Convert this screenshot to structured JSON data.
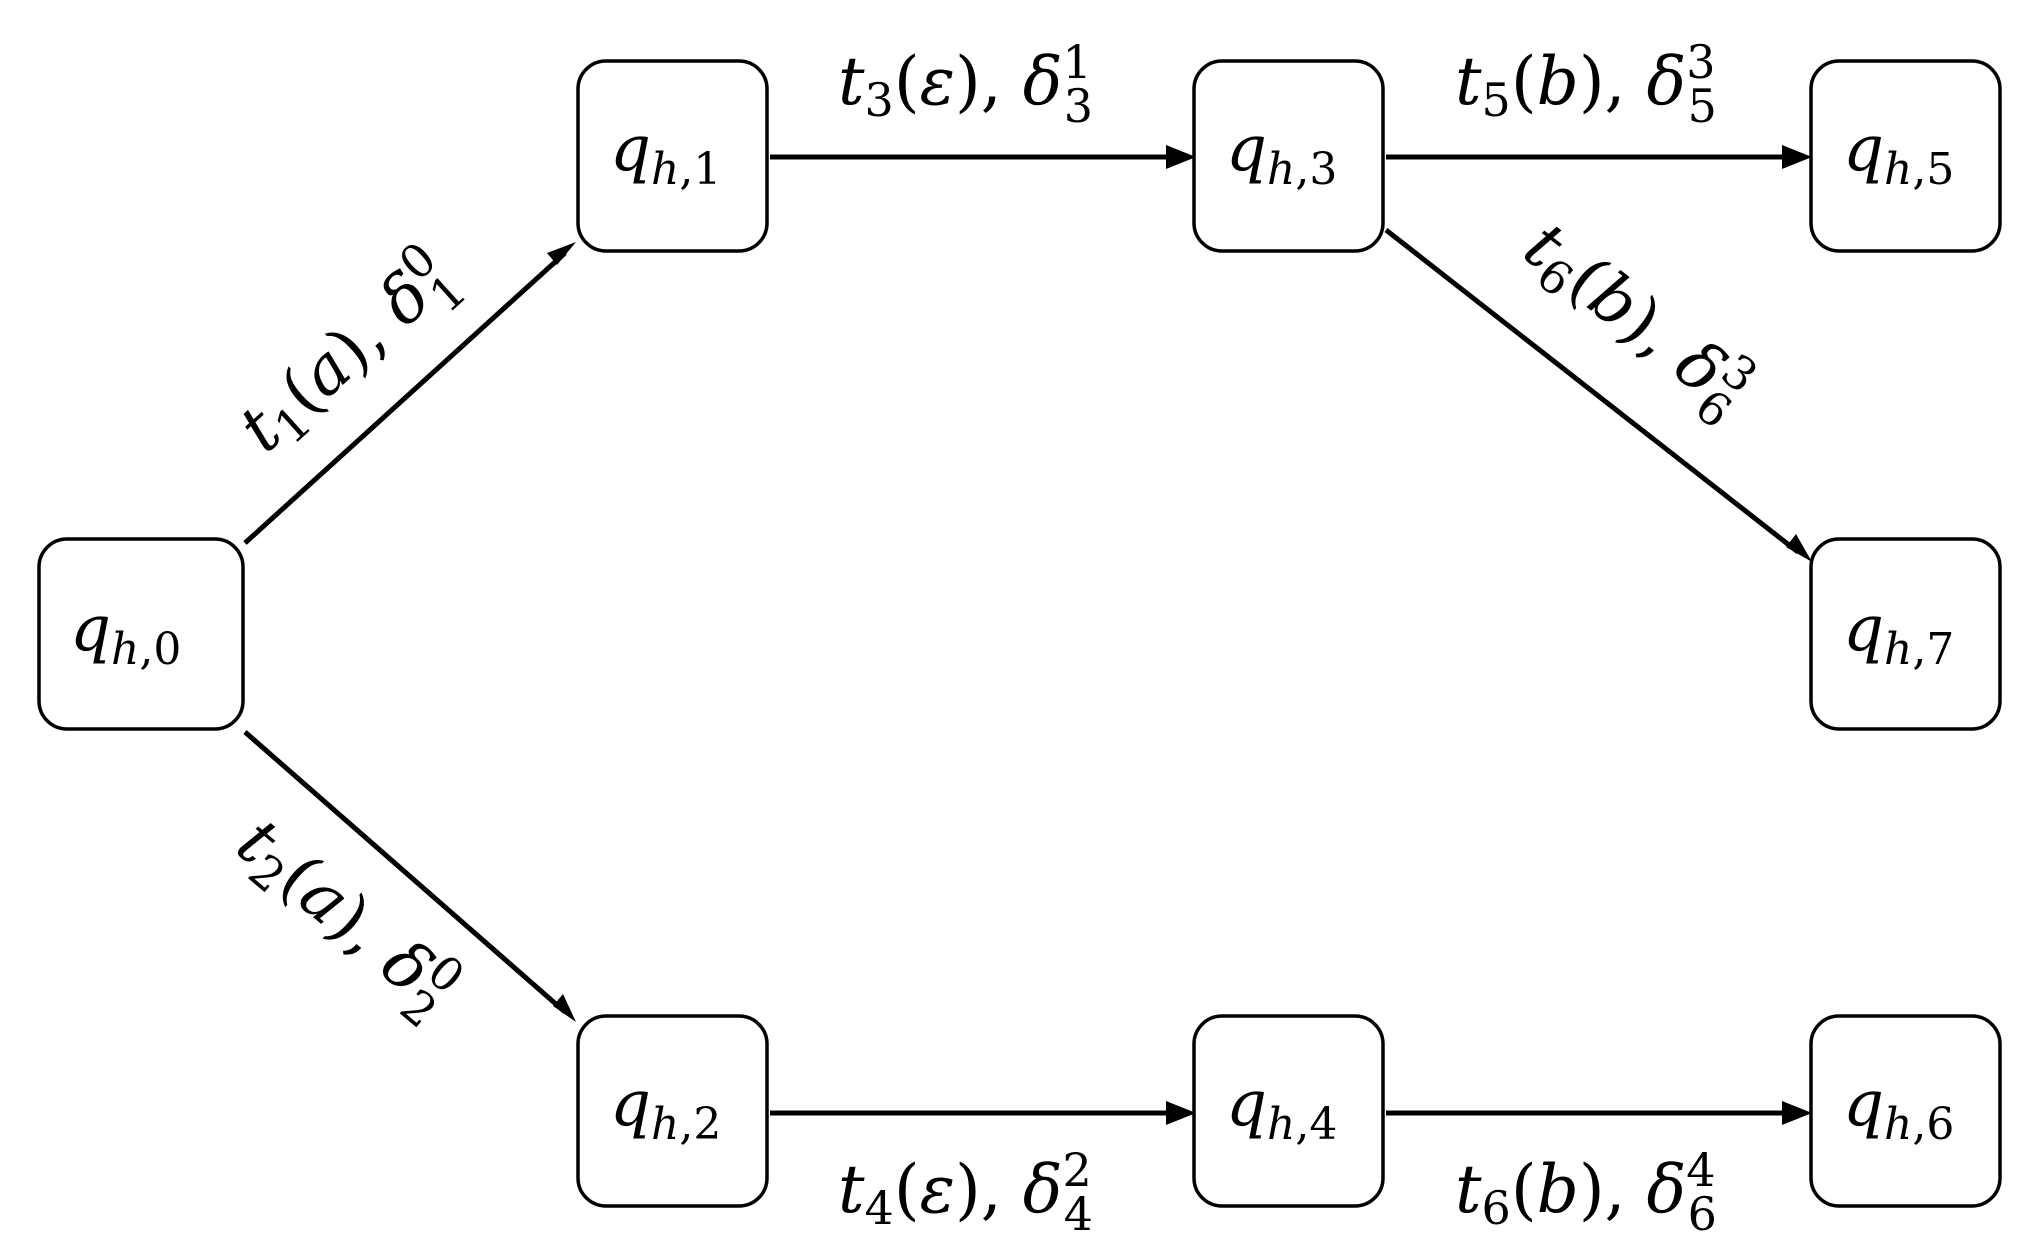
{
  "nodes": [
    {
      "id": "n0",
      "var": "q",
      "sub_ital": "h",
      "sub_num": "0"
    },
    {
      "id": "n1",
      "var": "q",
      "sub_ital": "h",
      "sub_num": "1"
    },
    {
      "id": "n2",
      "var": "q",
      "sub_ital": "h",
      "sub_num": "2"
    },
    {
      "id": "n3",
      "var": "q",
      "sub_ital": "h",
      "sub_num": "3"
    },
    {
      "id": "n4",
      "var": "q",
      "sub_ital": "h",
      "sub_num": "4"
    },
    {
      "id": "n5",
      "var": "q",
      "sub_ital": "h",
      "sub_num": "5"
    },
    {
      "id": "n6",
      "var": "q",
      "sub_ital": "h",
      "sub_num": "6"
    },
    {
      "id": "n7",
      "var": "q",
      "sub_ital": "h",
      "sub_num": "7"
    }
  ],
  "edges": [
    {
      "from": "n0",
      "to": "n1",
      "t": "t",
      "t_sub": "1",
      "symbol": "a",
      "delta": "δ",
      "d_sup": "0",
      "d_sub": "1"
    },
    {
      "from": "n0",
      "to": "n2",
      "t": "t",
      "t_sub": "2",
      "symbol": "a",
      "delta": "δ",
      "d_sup": "0",
      "d_sub": "2"
    },
    {
      "from": "n1",
      "to": "n3",
      "t": "t",
      "t_sub": "3",
      "symbol": "ε",
      "delta": "δ",
      "d_sup": "1",
      "d_sub": "3"
    },
    {
      "from": "n2",
      "to": "n4",
      "t": "t",
      "t_sub": "4",
      "symbol": "ε",
      "delta": "δ",
      "d_sup": "2",
      "d_sub": "4"
    },
    {
      "from": "n3",
      "to": "n5",
      "t": "t",
      "t_sub": "5",
      "symbol": "b",
      "delta": "δ",
      "d_sup": "3",
      "d_sub": "5"
    },
    {
      "from": "n3",
      "to": "n7",
      "t": "t",
      "t_sub": "6",
      "symbol": "b",
      "delta": "δ",
      "d_sup": "3",
      "d_sub": "6"
    },
    {
      "from": "n4",
      "to": "n6",
      "t": "t",
      "t_sub": "6",
      "symbol": "b",
      "delta": "δ",
      "d_sup": "4",
      "d_sub": "6"
    }
  ]
}
